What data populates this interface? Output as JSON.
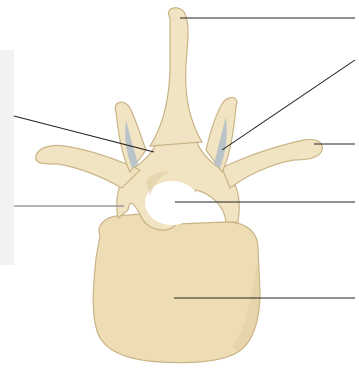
{
  "diagram": {
    "colors": {
      "bone_fill": "#f1e4c2",
      "bone_shadow": "#d9c79b",
      "bone_outline": "#c9b487",
      "body_fill": "#eddcb4",
      "facet_fill": "#b9c3c8",
      "leader_dark": "#222222",
      "leader_gray": "#9a9a9a",
      "background": "#ffffff",
      "side_panel": "#f2f2f2"
    },
    "labels": [
      {
        "name": "spinous-process",
        "text": ""
      },
      {
        "name": "superior-articular-process",
        "text": ""
      },
      {
        "name": "transverse-process",
        "text": ""
      },
      {
        "name": "vertebral-foramen",
        "text": ""
      },
      {
        "name": "vertebral-body",
        "text": ""
      },
      {
        "name": "lamina",
        "text": ""
      },
      {
        "name": "pedicle",
        "text": ""
      }
    ]
  }
}
